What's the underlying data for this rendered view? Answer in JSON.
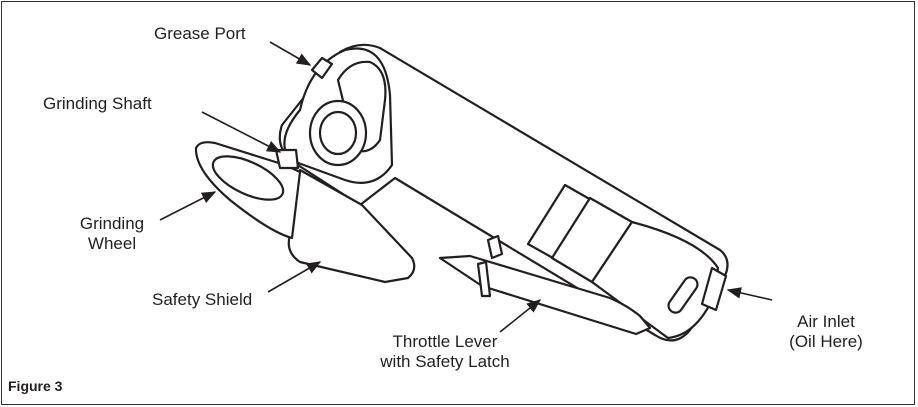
{
  "figure": {
    "caption": "Figure 3",
    "labels": {
      "grease_port": "Grease Port",
      "grinding_shaft": "Grinding Shaft",
      "grinding_wheel_line1": "Grinding",
      "grinding_wheel_line2": "Wheel",
      "safety_shield": "Safety Shield",
      "throttle_line1": "Throttle Lever",
      "throttle_line2": "with Safety Latch",
      "air_inlet_line1": "Air Inlet",
      "air_inlet_line2": "(Oil Here)"
    }
  },
  "colors": {
    "line": "#231f20",
    "background": "#ffffff"
  }
}
